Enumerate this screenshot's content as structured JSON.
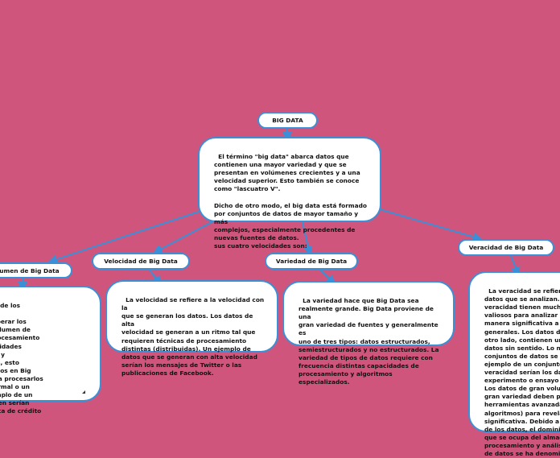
{
  "root": {
    "title": "BIG DATA",
    "description": "El término \"big data\" abarca datos que\ncontienen una mayor variedad y que se\npresentan en volúmenes crecientes y a una\nvelocidad superior. Esto también se conoce\ncomo \"lascuatro V\".\n\nDicho de otro modo, el big data está formado\npor conjuntos de datos de mayor tamaño y más\ncomplejos, especialmente procedentes de\nnuevas fuentes de datos.\nsus cuatro velocidades son:"
  },
  "branches": [
    {
      "title": "Volumen de Big Data",
      "description": "El volumen se refiere al tamaño de los\ndatos que deben analizarse y\nprocesarse, que ahora suelen superar los\nterabytes y petabytes. El gran volumen de\ndatos requiere tecnologías de procesamiento\ndistintas y superiores a las capacidades\ntradicionales de almacenamiento y\nprocesamiento. En otras palabras, esto\nsignifica que los conjuntos de datos en Big\nData son demasiado grandes para procesarlos\ncon una computadora portátil normal o un\nprocesador de escritorio. Un ejemplo de un\nconjunto de datos de gran volumen serían\ntodas las transacciones con tarjeta de crédito\nen un día dentro de Europa."
    },
    {
      "title": "Velocidad de Big Data",
      "description": "La velocidad se refiere a la velocidad con la\nque se generan los datos. Los datos de alta\nvelocidad se generan a un ritmo tal que\nrequieren técnicas de procesamiento\ndistintas (distribuidas). Un ejemplo de\ndatos que se generan con alta velocidad\nserían los mensajes de Twitter o las\npublicaciones de Facebook."
    },
    {
      "title": "Variedad de Big Data",
      "description": "La variedad hace que Big Data sea\nrealmente grande. Big Data proviene de una\ngran variedad de fuentes y generalmente es\nuno de tres tipos: datos estructurados,\nsemiestructurados y no estructurados. La\nvariedad de tipos de datos requiere con\nfrecuencia distintas capacidades de\nprocesamiento y algoritmos especializados."
    },
    {
      "title": "Veracidad de Big Data",
      "description": "La veracidad se refiere a la calidad de los\ndatos que se analizan. Los datos de alta\nveracidad tienen muchos registros que son\nvaliosos para analizar y que contribuyen de\nmanera significativa a los resultados\ngenerales. Los datos de baja veracidad, por\notro lado, contienen un alto porcentaje de\ndatos sin sentido. Lo no valioso en estos\nconjuntos de datos se denomina ruido. Un\nejemplo de un conjunto de datos de alta\nveracidad serían los datos de un\nexperimento o ensayo médico.\nLos datos de gran volumen, velocidad y\ngran variedad deben procesarse con\nherramientas avanzadas (análisis y\nalgoritmos) para revelar información\nsignificativa. Debido a estas características\nde los datos, el dominio del conocimiento\nque se ocupa del almacenamiento,\nprocesamiento y análisis de estos conjuntos\nde datos se ha denominado Big Data."
    }
  ],
  "colors": {
    "background": "#d0557d",
    "node_fill": "#ffffff",
    "border": "#3a8fd6",
    "connector": "#3a8fd6",
    "text": "#111111"
  }
}
